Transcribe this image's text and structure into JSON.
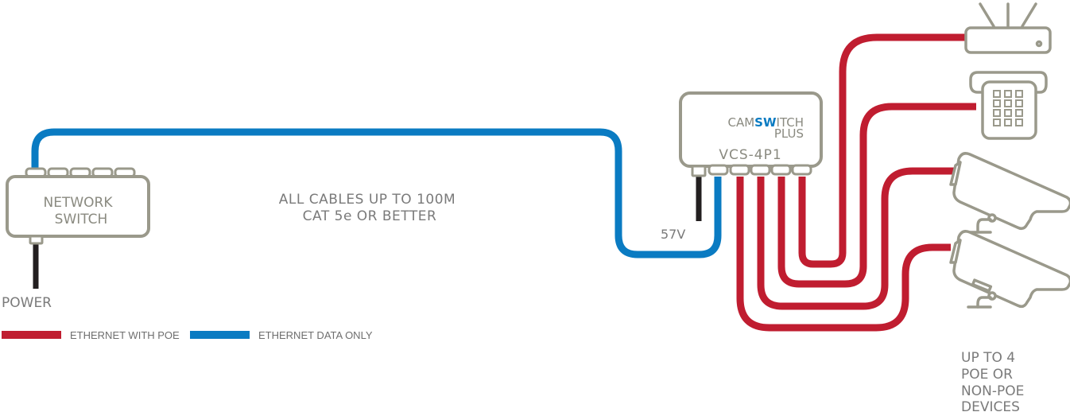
{
  "network_switch": {
    "label_line1": "NETWORK",
    "label_line2": "SWITCH",
    "power_label": "POWER"
  },
  "camswitch": {
    "brand_prefix": "CAM",
    "brand_highlight": "SW",
    "brand_suffix": "ITCH",
    "brand_line2": "PLUS",
    "model": "VCS-4P1",
    "power_label": "57V",
    "poe_port_count": 4
  },
  "cable_note": {
    "line1": "ALL CABLES UP TO 100M",
    "line2": "CAT 5e OR BETTER"
  },
  "devices_note": {
    "line1": "UP TO 4",
    "line2": "POE OR",
    "line3": "NON-POE",
    "line4": "DEVICES"
  },
  "devices": [
    {
      "type": "wireless-router"
    },
    {
      "type": "ip-phone"
    },
    {
      "type": "ip-camera"
    },
    {
      "type": "ip-camera"
    }
  ],
  "legend": {
    "items": [
      {
        "label": "ETHERNET WITH POE",
        "color": "#c01d30"
      },
      {
        "label": "ETHERNET DATA ONLY",
        "color": "#0a7bc2"
      }
    ]
  },
  "colors": {
    "poe": "#c01d30",
    "data": "#0a7bc2",
    "power": "#231f20",
    "outline": "#9a998b",
    "brand_highlight": "#0a7bc2"
  }
}
